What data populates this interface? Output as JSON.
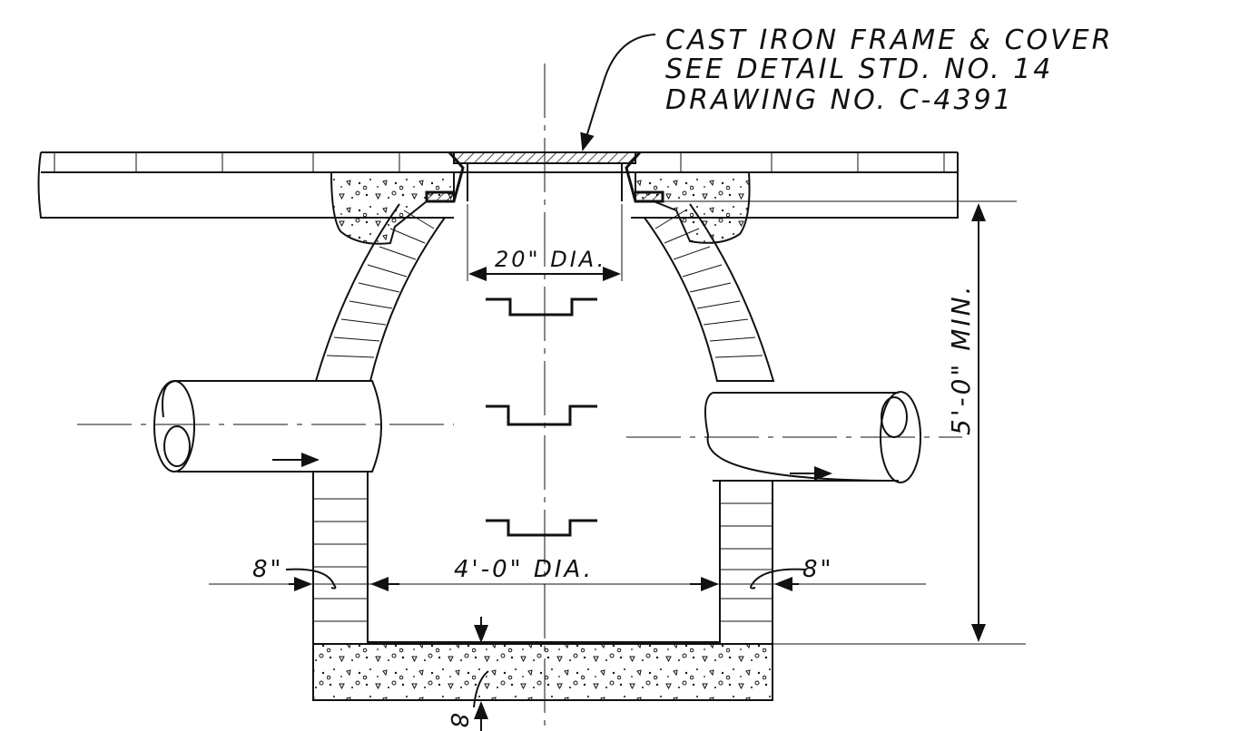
{
  "labels": {
    "cover_line1": "CAST IRON FRAME & COVER",
    "cover_line2": "SEE DETAIL STD. NO. 14",
    "cover_line3": "DRAWING NO. C-4391",
    "opening_dia": "20\" DIA.",
    "manhole_dia": "4'-0\" DIA.",
    "wall_left": "8\"",
    "wall_right": "8\"",
    "depth": "5'-0\" MIN.",
    "base_thickness": "8\""
  },
  "colors": {
    "ink": "#111111",
    "paper": "#ffffff"
  }
}
